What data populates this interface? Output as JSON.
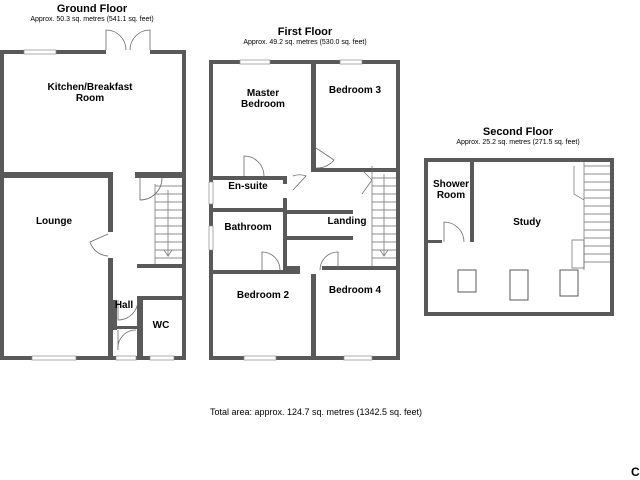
{
  "floors": {
    "ground": {
      "title": "Ground Floor",
      "area": "Approx. 50.3 sq. metres (541.1 sq. feet)",
      "rooms": {
        "kitchen_l1": "Kitchen/Breakfast",
        "kitchen_l2": "Room",
        "lounge": "Lounge",
        "hall": "Hall",
        "wc": "WC"
      }
    },
    "first": {
      "title": "First Floor",
      "area": "Approx. 49.2 sq. metres (530.0 sq. feet)",
      "rooms": {
        "master_l1": "Master",
        "master_l2": "Bedroom",
        "bedroom3": "Bedroom 3",
        "ensuite": "En-suite",
        "bathroom": "Bathroom",
        "landing": "Landing",
        "bedroom2": "Bedroom 2",
        "bedroom4": "Bedroom 4"
      }
    },
    "second": {
      "title": "Second Floor",
      "area": "Approx. 25.2 sq. metres (271.5 sq. feet)",
      "rooms": {
        "shower_l1": "Shower",
        "shower_l2": "Room",
        "study": "Study"
      }
    }
  },
  "total_area": "Total area: approx. 124.7 sq. metres (1342.5 sq. feet)",
  "corner_mark": "C"
}
